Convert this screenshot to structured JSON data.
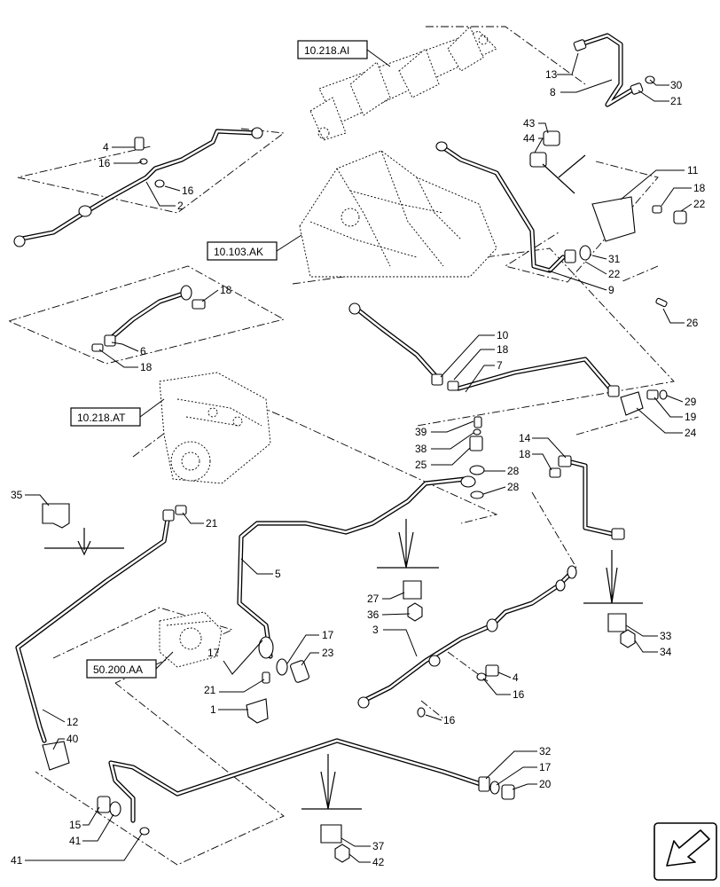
{
  "reference_boxes": [
    {
      "id": "ref-10-218-ai",
      "label": "10.218.AI"
    },
    {
      "id": "ref-10-103-ak",
      "label": "10.103.AK"
    },
    {
      "id": "ref-10-218-at",
      "label": "10.218.AT"
    },
    {
      "id": "ref-50-200-aa",
      "label": "50.200.AA"
    }
  ],
  "callouts": {
    "c1": "1",
    "c2": "2",
    "c3": "3",
    "c4a": "4",
    "c4b": "4",
    "c5": "5",
    "c6": "6",
    "c7": "7",
    "c8": "8",
    "c9": "9",
    "c10": "10",
    "c11": "11",
    "c12": "12",
    "c13": "13",
    "c14": "14",
    "c15": "15",
    "c16a": "16",
    "c16b": "16",
    "c16c": "16",
    "c16d": "16",
    "c17a": "17",
    "c17b": "17",
    "c17c": "17",
    "c18a": "18",
    "c18b": "18",
    "c18c": "18",
    "c18d": "18",
    "c18e": "18",
    "c19": "19",
    "c20": "20",
    "c21a": "21",
    "c21b": "21",
    "c21c": "21",
    "c22a": "22",
    "c22b": "22",
    "c23": "23",
    "c24": "24",
    "c25": "25",
    "c26": "26",
    "c27": "27",
    "c28a": "28",
    "c28b": "28",
    "c29": "29",
    "c30": "30",
    "c31": "31",
    "c32": "32",
    "c33": "33",
    "c34": "34",
    "c35": "35",
    "c36": "36",
    "c37": "37",
    "c38": "38",
    "c39": "39",
    "c40": "40",
    "c41a": "41",
    "c41b": "41",
    "c42": "42",
    "c43": "43",
    "c44": "44"
  },
  "icons": {
    "nav_icon": "back-arrow-icon"
  }
}
